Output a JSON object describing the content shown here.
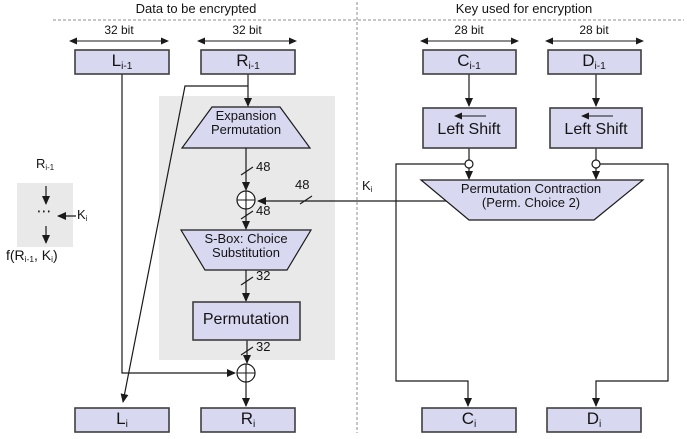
{
  "headers": {
    "left": "Data to be encrypted",
    "right": "Key used for encryption"
  },
  "bit_widths": {
    "l": "32 bit",
    "r": "32 bit",
    "c": "28 bit",
    "d": "28 bit"
  },
  "registers": {
    "l_prev": {
      "name": "L",
      "sub": "i-1"
    },
    "r_prev": {
      "name": "R",
      "sub": "i-1"
    },
    "c_prev": {
      "name": "C",
      "sub": "i-1"
    },
    "d_prev": {
      "name": "D",
      "sub": "i-1"
    },
    "l_next": {
      "name": "L",
      "sub": "i"
    },
    "r_next": {
      "name": "R",
      "sub": "i"
    },
    "c_next": {
      "name": "C",
      "sub": "i"
    },
    "d_next": {
      "name": "D",
      "sub": "i"
    }
  },
  "blocks": {
    "expansion": {
      "line1": "Expansion",
      "line2": "Permutation"
    },
    "sbox": {
      "line1": "S-Box: Choice",
      "line2": "Substitution"
    },
    "permutation": "Permutation",
    "left_shift_c": "Left Shift",
    "left_shift_d": "Left Shift",
    "perm_contraction": {
      "line1": "Permutation Contraction",
      "line2": "(Perm. Choice 2)"
    }
  },
  "wire_labels": {
    "expansion_out": "48",
    "key_in": "48",
    "xor_out": "48",
    "sbox_out": "32",
    "permutation_out": "32",
    "key": {
      "name": "K",
      "sub": "i"
    }
  },
  "legend": {
    "input": {
      "name": "R",
      "sub": "i-1"
    },
    "dots": "⋯",
    "key": {
      "name": "K",
      "sub": "i"
    },
    "output": {
      "p1": "f(R",
      "s1": "i-1",
      "p2": ", K",
      "s2": "i",
      "p3": ")"
    }
  },
  "colors": {
    "box_fill": "#d8d8f0",
    "box_border": "#3f3f3f",
    "panel": "#e9e9e9",
    "line": "#1a1a1a"
  }
}
